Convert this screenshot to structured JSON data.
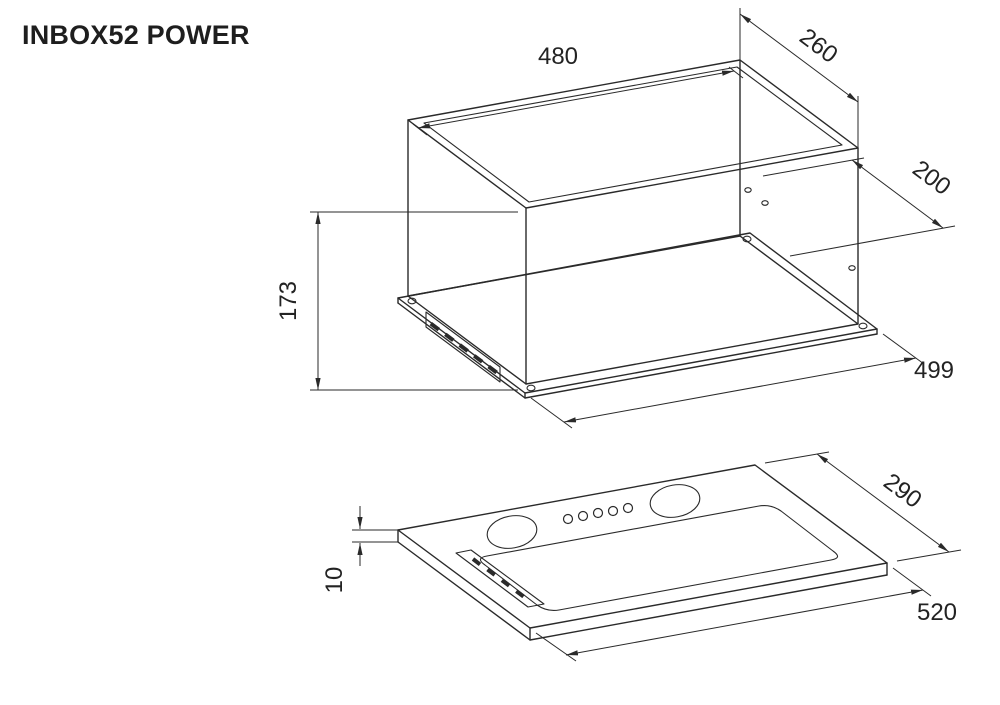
{
  "title": "INBOX52 POWER",
  "colors": {
    "line": "#2a2a2a",
    "background": "#ffffff",
    "text": "#1e1e1e"
  },
  "dimensions": {
    "body_width": "480",
    "top_depth": "260",
    "body_depth": "200",
    "body_height": "173",
    "flange_width": "499",
    "panel_depth": "290",
    "panel_thickness": "10",
    "panel_width": "520"
  }
}
